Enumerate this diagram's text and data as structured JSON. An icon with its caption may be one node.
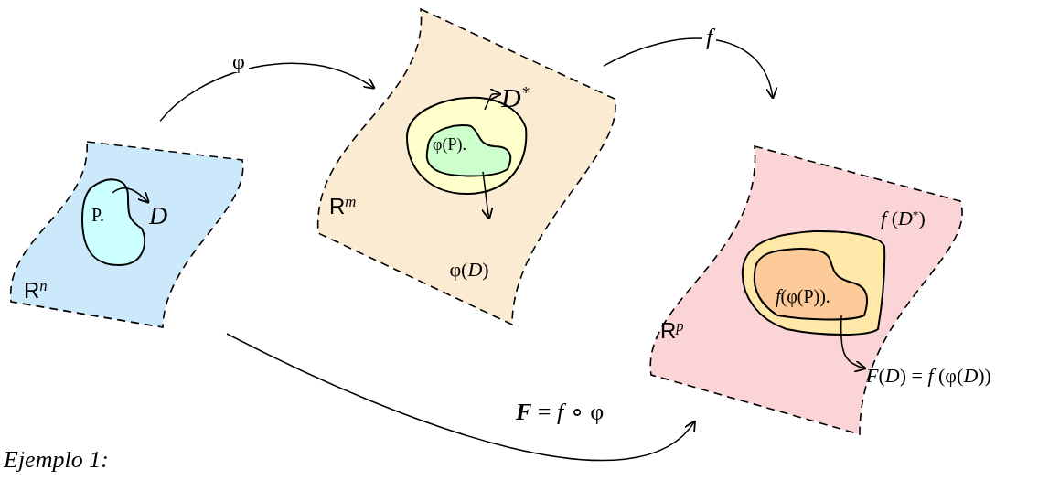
{
  "diagram": {
    "nodes": [
      {
        "text": [
          "R$^{n}$"
        ]
      },
      {
        "text": [
          "P."
        ],
        "in": 0
      },
      {
        "text": [
          "D"
        ],
        "in": 0
      },
      {
        "text": [
          "R$^{m}$"
        ]
      },
      {
        "text": [],
        "shape": "blob",
        "in": 3
      },
      {
        "text": [
          "φ(P)."
        ],
        "in": 4
      },
      {
        "text": [
          "D$^{*}$"
        ],
        "in": 3
      },
      {
        "text": [
          "φ(*D*)"
        ],
        "in": 3
      },
      {
        "text": [
          "R$^{p}$"
        ]
      },
      {
        "text": [],
        "shape": "blob",
        "in": 8
      },
      {
        "text": [
          "*f*(φ(P))."
        ],
        "in": 9
      },
      {
        "text": [
          "*f* (*D*$^{*}$)"
        ],
        "in": 8
      },
      {
        "text": [
          "*F*(*D*) = *f* (φ(*D*))"
        ]
      }
    ],
    "edges": [
      {
        "from": 0,
        "to": 3,
        "arrow": "to",
        "label": "φ"
      },
      {
        "from": 3,
        "to": 8,
        "arrow": "to",
        "label": "f"
      },
      {
        "from": 0,
        "to": 8,
        "arrow": "to",
        "label": "**F** = *f* ∘ φ"
      },
      {
        "from": 1,
        "to": 2,
        "arrow": "to"
      },
      {
        "from": 4,
        "to": 6,
        "arrow": "to"
      },
      {
        "from": 5,
        "to": 7,
        "arrow": "to"
      },
      {
        "from": 10,
        "to": 12,
        "arrow": "to"
      }
    ],
    "labels": [
      "Ejemplo 1:"
    ]
  }
}
